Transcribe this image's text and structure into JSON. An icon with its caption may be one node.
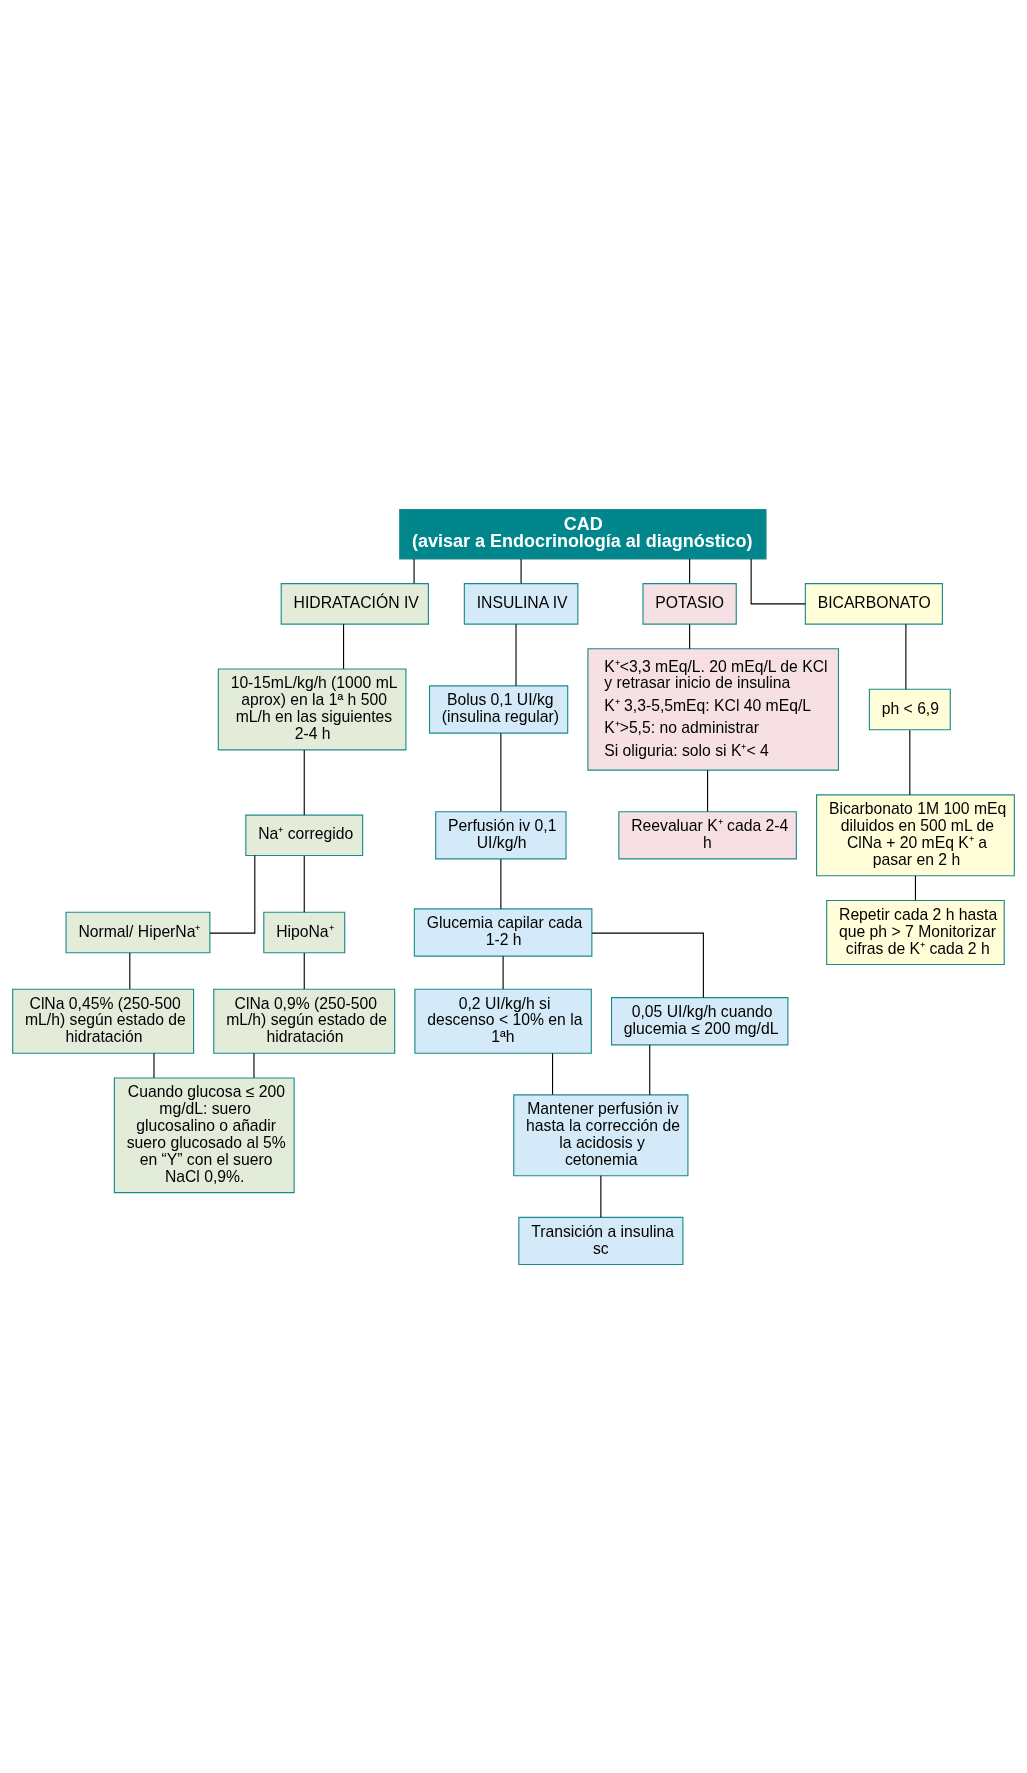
{
  "diagram": {
    "nodes": [
      {
        "text": [
          "CAD",
          "(avisar a Endocrinología al diagnóstico)"
        ]
      },
      {
        "text": [
          "HIDRATACIÓN IV"
        ]
      },
      {
        "text": [
          "INSULINA IV"
        ]
      },
      {
        "text": [
          "POTASIO"
        ]
      },
      {
        "text": [
          "BICARBONATO"
        ]
      },
      {
        "text": [
          "10-15mL/kg/h (1000 mL aprox) en la 1ª h 500 mL/h en las siguientes 2-4 h"
        ]
      },
      {
        "text": [
          "Na⁺ corregido"
        ]
      },
      {
        "text": [
          "Normal/ HiperNa⁺"
        ]
      },
      {
        "text": [
          "HipoNa⁺"
        ]
      },
      {
        "text": [
          "ClNa 0,45% (250-500 mL/h) según estado de hidratación"
        ]
      },
      {
        "text": [
          "ClNa 0,9% (250-500 mL/h) según estado de hidratación"
        ]
      },
      {
        "text": [
          "Cuando glucosa ≤ 200 mg/dL: suero glucosalino o añadir suero glucosado al 5% en “Y” con el suero NaCl 0,9%."
        ]
      },
      {
        "text": [
          "Bolus 0,1 UI/kg (insulina regular)"
        ]
      },
      {
        "text": [
          "Perfusión iv 0,1 UI/kg/h"
        ]
      },
      {
        "text": [
          "Glucemia capilar cada 1-2 h"
        ]
      },
      {
        "text": [
          "0,2 UI/kg/h si descenso < 10% en la 1ªh"
        ]
      },
      {
        "text": [
          "0,05 UI/kg/h cuando glucemia ≤ 200 mg/dL"
        ]
      },
      {
        "text": [
          "Mantener perfusión iv hasta la corrección de la acidosis y cetonemia"
        ]
      },
      {
        "text": [
          "Transición a insulina sc"
        ]
      },
      {
        "text": [
          "K⁺<3,3 mEq/L. 20 mEq/L de KCl y retrasar inicio de insulina",
          "K⁺ 3,3-5,5mEq: KCl 40 mEq/L",
          "K⁺>5,5: no administrar",
          "Si oliguria: solo si K⁺< 4"
        ]
      },
      {
        "text": [
          "Reevaluar K⁺ cada 2-4 h"
        ]
      },
      {
        "text": [
          "ph < 6,9"
        ]
      },
      {
        "text": [
          "Bicarbonato 1M 100 mEq diluidos en 500 mL de ClNa + 20 mEq K⁺ a pasar en 2 h"
        ]
      },
      {
        "text": [
          "Repetir cada 2 h hasta que ph > 7 Monitorizar cifras de K⁺ cada 2 h"
        ]
      }
    ],
    "edges": [
      {
        "from": 0,
        "to": 1,
        "arrow": "none"
      },
      {
        "from": 0,
        "to": 2,
        "arrow": "none"
      },
      {
        "from": 0,
        "to": 3,
        "arrow": "none"
      },
      {
        "from": 0,
        "to": 4,
        "arrow": "none"
      },
      {
        "from": 1,
        "to": 5,
        "arrow": "none"
      },
      {
        "from": 5,
        "to": 6,
        "arrow": "none"
      },
      {
        "from": 6,
        "to": 7,
        "arrow": "none"
      },
      {
        "from": 6,
        "to": 8,
        "arrow": "none"
      },
      {
        "from": 7,
        "to": 9,
        "arrow": "none"
      },
      {
        "from": 8,
        "to": 10,
        "arrow": "none"
      },
      {
        "from": 9,
        "to": 11,
        "arrow": "none"
      },
      {
        "from": 10,
        "to": 11,
        "arrow": "none"
      },
      {
        "from": 2,
        "to": 12,
        "arrow": "none"
      },
      {
        "from": 12,
        "to": 13,
        "arrow": "none"
      },
      {
        "from": 13,
        "to": 14,
        "arrow": "none"
      },
      {
        "from": 14,
        "to": 15,
        "arrow": "none"
      },
      {
        "from": 14,
        "to": 16,
        "arrow": "none"
      },
      {
        "from": 15,
        "to": 17,
        "arrow": "none"
      },
      {
        "from": 16,
        "to": 17,
        "arrow": "none"
      },
      {
        "from": 17,
        "to": 18,
        "arrow": "none"
      },
      {
        "from": 3,
        "to": 19,
        "arrow": "none"
      },
      {
        "from": 19,
        "to": 20,
        "arrow": "none"
      },
      {
        "from": 4,
        "to": 21,
        "arrow": "none"
      },
      {
        "from": 21,
        "to": 22,
        "arrow": "none"
      },
      {
        "from": 22,
        "to": 23,
        "arrow": "none"
      }
    ]
  }
}
